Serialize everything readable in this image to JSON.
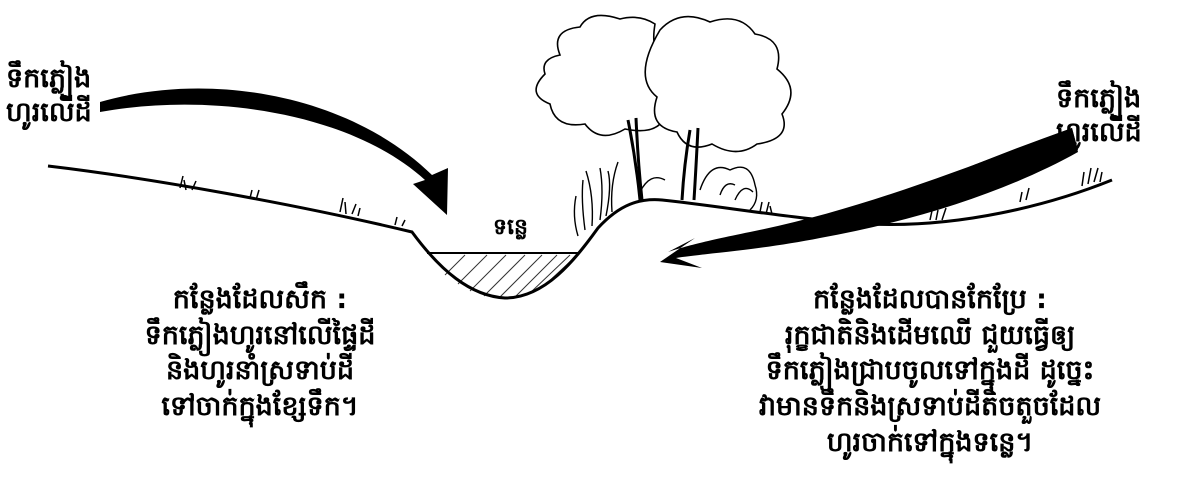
{
  "labels": {
    "rain_left_line1": "ទឹកភ្លៀង",
    "rain_left_line2": "ហូរលើដី",
    "rain_right_line1": "ទឹកភ្លៀង",
    "rain_right_line2": "ហូរលើដី",
    "river": "ទន្លេ"
  },
  "left_text": [
    "កន្លែងដែលសឹក :",
    "ទឹកភ្លៀងហូរនៅលើផ្ទៃដី",
    "និងហូរនាំស្រទាប់ដី",
    "ទៅចាក់ក្នុងខ្សែទឹក។"
  ],
  "right_text": [
    "កន្លែងដែលបានកែប្រែ :",
    "រុក្ខជាតិនិងដើមឈើ ជួយធ្វើឲ្យ",
    "ទឹកភ្លៀងជ្រាបចូលទៅក្នុងដី ដូច្នេះ",
    "វាមានទឹកនិងស្រទាប់ដីតិចតួចដែល",
    "ហូរចាក់ទៅក្នុងទន្លេ។"
  ]
}
